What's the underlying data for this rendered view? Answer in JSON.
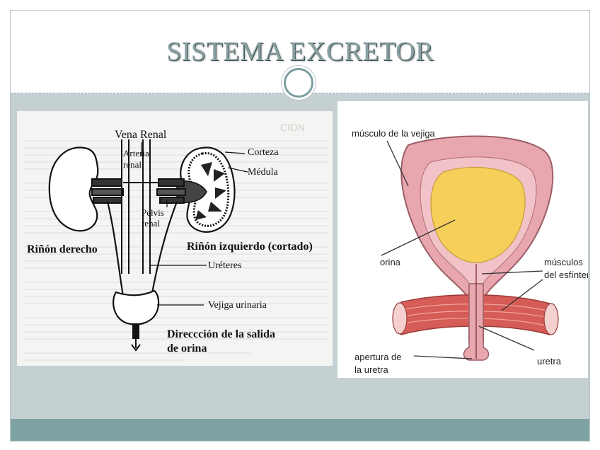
{
  "slide": {
    "title": "SISTEMA EXCRETOR"
  },
  "left_diagram": {
    "vena_renal": "Vena Renal",
    "arteria": "Arteria",
    "renal_a": "renal",
    "corteza": "Corteza",
    "medula": "Médula",
    "pelvis": "Pelvis",
    "renal_p": "renal",
    "rinon_derecho": "Riñón derecho",
    "rinon_izquierdo": "Riñón izquierdo (cortado)",
    "ureteres": "Uréteres",
    "vejiga": "Vejiga urinaria",
    "direccion_1": "Direccción de la salida",
    "direccion_2": "de orina",
    "background_heading": "CION"
  },
  "right_diagram": {
    "musculo_vejiga": "músculo de la vejiga",
    "orina": "orina",
    "musculos_1": "músculos",
    "musculos_2": "del esfínter",
    "apertura_1": "apertura de",
    "apertura_2": "la uretra",
    "uretra": "uretra"
  },
  "colors": {
    "band": "#c5d0d3",
    "footer": "#7fa3a3",
    "title": "#8a9fa1",
    "bladder_wall": "#e8a7ae",
    "urine": "#f5cf5a",
    "muscle": "#d65c57"
  }
}
